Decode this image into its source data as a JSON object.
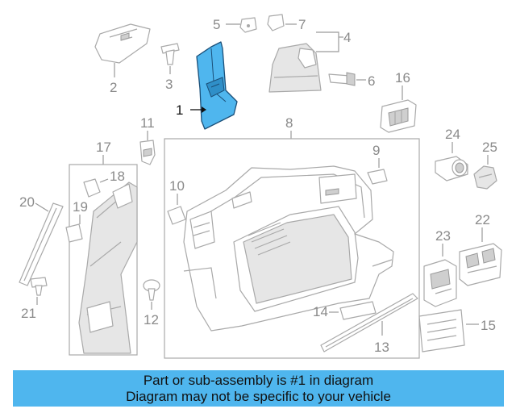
{
  "callouts": {
    "c1": "1",
    "c2": "2",
    "c3": "3",
    "c4": "4",
    "c5": "5",
    "c6": "6",
    "c7": "7",
    "c8": "8",
    "c9": "9",
    "c10": "10",
    "c11": "11",
    "c12": "12",
    "c13": "13",
    "c14": "14",
    "c15": "15",
    "c16": "16",
    "c17": "17",
    "c18": "18",
    "c19": "19",
    "c20": "20",
    "c21": "21",
    "c22": "22",
    "c23": "23",
    "c24": "24",
    "c25": "25"
  },
  "highlighted_part": "1",
  "colors": {
    "highlight": "#4fb6ee",
    "highlight_outline": "#1b4f78",
    "banner": "#4fb6ee",
    "line_art": "#a9a9a9"
  },
  "banner": {
    "line1": "Part or sub-assembly is #1 in diagram",
    "line2": "Diagram may not be specific to your vehicle"
  }
}
